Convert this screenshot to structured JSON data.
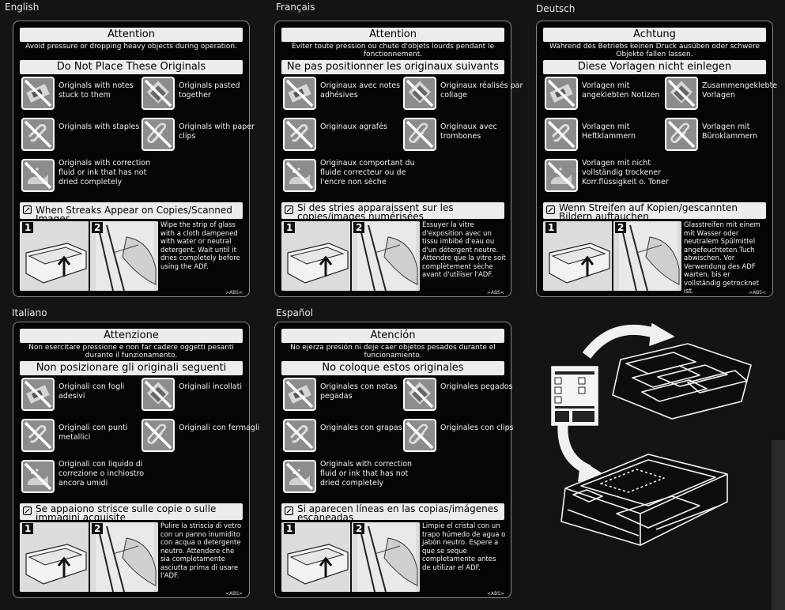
{
  "panels": [
    {
      "language": "English",
      "header": "Attention",
      "warning": "Avoid pressure or dropping heavy objects during operation.",
      "subheader": "Do Not Place These Originals",
      "items": [
        {
          "label": "Originals with notes stuck to them",
          "icon": "sticky-note-icon"
        },
        {
          "label": "Originals pasted together",
          "icon": "pasted-originals-icon"
        },
        {
          "label": "Originals with staples",
          "icon": "staple-icon"
        },
        {
          "label": "Originals with paper clips",
          "icon": "paper-clip-icon"
        },
        {
          "label": "Originals with correction fluid or ink that has not dried completely",
          "icon": "wet-ink-icon"
        }
      ],
      "streak_title": "When Streaks Appear on Copies/Scanned Images",
      "instruction": "Wipe the strip of glass with a cloth dampened with water or neutral detergent. Wait until it dries completely before using the ADF.",
      "code": ">ABS<"
    },
    {
      "language": "Français",
      "header": "Attention",
      "warning": "Éviter toute pression ou chute d'objets lourds pendant le fonctionnement.",
      "subheader": "Ne pas positionner les originaux suivants",
      "items": [
        {
          "label": "Originaux avec notes adhésives",
          "icon": "sticky-note-icon"
        },
        {
          "label": "Originaux réalisés par collage",
          "icon": "pasted-originals-icon"
        },
        {
          "label": "Originaux agrafés",
          "icon": "staple-icon"
        },
        {
          "label": "Originaux avec trombones",
          "icon": "paper-clip-icon"
        },
        {
          "label": "Originaux comportant du fluide correcteur ou de l'encre non sèche",
          "icon": "wet-ink-icon"
        }
      ],
      "streak_title": "Si des stries apparaissent sur les copies/images numérisées",
      "instruction": "Essuyer la vitre d'exposition avec un tissu imbibé d'eau ou d'un détergent neutre. Attendre que la vitre soit complètement sèche avant d'utiliser l'ADF.",
      "code": ">ABS<"
    },
    {
      "language": "Deutsch",
      "header": "Achtung",
      "warning": "Während des Betriebs keinen Druck ausüben oder schwere Objekte fallen lassen.",
      "subheader": "Diese Vorlagen nicht einlegen",
      "items": [
        {
          "label": "Vorlagen mit angeklebten Notizen",
          "icon": "sticky-note-icon"
        },
        {
          "label": "Zusammengeklebte Vorlagen",
          "icon": "pasted-originals-icon"
        },
        {
          "label": "Vorlagen mit Heftklammern",
          "icon": "staple-icon"
        },
        {
          "label": "Vorlagen mit Büroklammern",
          "icon": "paper-clip-icon"
        },
        {
          "label": "Vorlagen mit nicht vollständig trockener Korr.flüssigkeit o. Toner",
          "icon": "wet-ink-icon"
        }
      ],
      "streak_title": "Wenn Streifen auf Kopien/gescannten Bildern auftauchen",
      "instruction": "Glasstreifen mit einem mit Wasser oder neutralem Spülmittel angefeuchteten Tuch abwischen. Vor Verwendung des ADF warten, bis er vollständig getrocknet ist.",
      "code": ">ABS<"
    },
    {
      "language": "Italiano",
      "header": "Attenzione",
      "warning": "Non esercitare pressione e non far cadere oggetti pesanti durante il funzionamento.",
      "subheader": "Non posizionare gli originali seguenti",
      "items": [
        {
          "label": "Originali con fogli adesivi",
          "icon": "sticky-note-icon"
        },
        {
          "label": "Originali incollati",
          "icon": "pasted-originals-icon"
        },
        {
          "label": "Originali con punti metallici",
          "icon": "staple-icon"
        },
        {
          "label": "Originali con fermagli",
          "icon": "paper-clip-icon"
        },
        {
          "label": "Originali con liquido di correzione o inchiostro ancora umidi",
          "icon": "wet-ink-icon"
        }
      ],
      "streak_title": "Se appaiono strisce sulle copie o sulle immagini acquisite",
      "instruction": "Pulire la striscia di vetro con un panno inumidito con acqua o detergente neutro. Attendere che sia completamente asciutta prima di usare l'ADF.",
      "code": "<ABS>"
    },
    {
      "language": "Español",
      "header": "Atención",
      "warning": "No ejerza presión ni deje caer objetos pesados durante el funcionamiento.",
      "subheader": "No coloque estos originales",
      "items": [
        {
          "label": "Originales con notas pegadas",
          "icon": "sticky-note-icon"
        },
        {
          "label": "Originales pegados",
          "icon": "pasted-originals-icon"
        },
        {
          "label": "Originales con grapas",
          "icon": "staple-icon"
        },
        {
          "label": "Originales con clips",
          "icon": "paper-clip-icon"
        },
        {
          "label": "Originals with correction fluid or ink that has not dried completely",
          "icon": "wet-ink-icon"
        }
      ],
      "streak_title": "Si aparecen líneas en las copias/imágenes escaneadas",
      "instruction": "Limpie el cristal con un trapo húmedo de agua o jabón neutro. Espere a que se seque completamente antes de utilizar el ADF.",
      "code": "<ABS>"
    }
  ],
  "step_numbers": [
    "1",
    "2"
  ],
  "colors": {
    "background": "#141414",
    "panel": "#050505",
    "header_bar": "#ececec",
    "prohibit": "#ffffff"
  }
}
